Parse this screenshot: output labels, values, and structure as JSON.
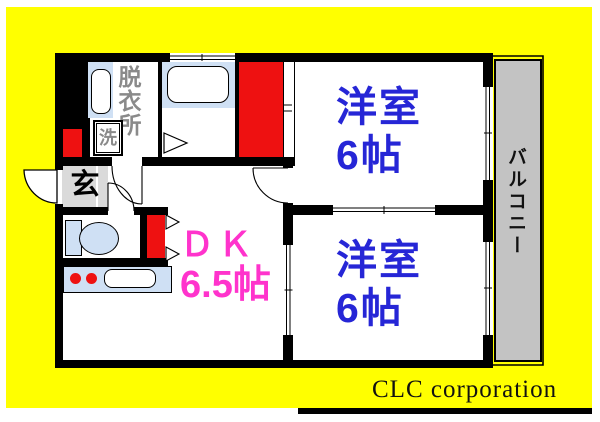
{
  "plan": {
    "rooms": {
      "western_top": {
        "name": "洋室",
        "size": "6帖"
      },
      "western_bottom": {
        "name": "洋室",
        "size": "6帖"
      },
      "dk": {
        "name": "ＤＫ",
        "size": "6.5帖"
      },
      "balcony": {
        "label": "バルコニー"
      },
      "entrance": {
        "label": "玄"
      },
      "dressing_room": {
        "label": "脱衣所"
      }
    },
    "fixtures": {
      "washing_machine": {
        "label": "洗"
      }
    },
    "colors": {
      "background": "#ffff00",
      "walls": "#000000",
      "closet_red": "#ee1111",
      "fixture_blue": "#cfe0f4",
      "balcony_gray": "#c3c3c3",
      "entrance_gray": "#dadada",
      "room_text_blue": "#2626d6",
      "dk_text_magenta": "#ff33cc",
      "label_gray": "#8a8a8a"
    }
  },
  "branding": {
    "company": "CLC corporation"
  }
}
